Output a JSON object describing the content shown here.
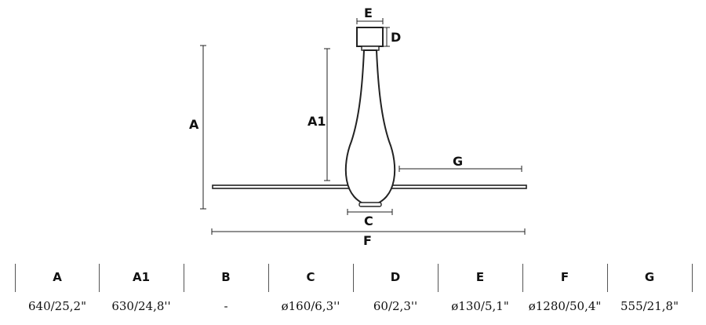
{
  "diagram": {
    "labels": {
      "a": "A",
      "a1": "A1",
      "c": "C",
      "d": "D",
      "e": "E",
      "f": "F",
      "g": "G"
    }
  },
  "specs": {
    "columns": [
      {
        "key": "A",
        "value": "640/25,2\""
      },
      {
        "key": "A1",
        "value": "630/24,8''"
      },
      {
        "key": "B",
        "value": "-"
      },
      {
        "key": "C",
        "value": "ø160/6,3''"
      },
      {
        "key": "D",
        "value": "60/2,3''"
      },
      {
        "key": "E",
        "value": "ø130/5,1\""
      },
      {
        "key": "F",
        "value": "ø1280/50,4\""
      },
      {
        "key": "G",
        "value": "555/21,8\""
      }
    ]
  }
}
